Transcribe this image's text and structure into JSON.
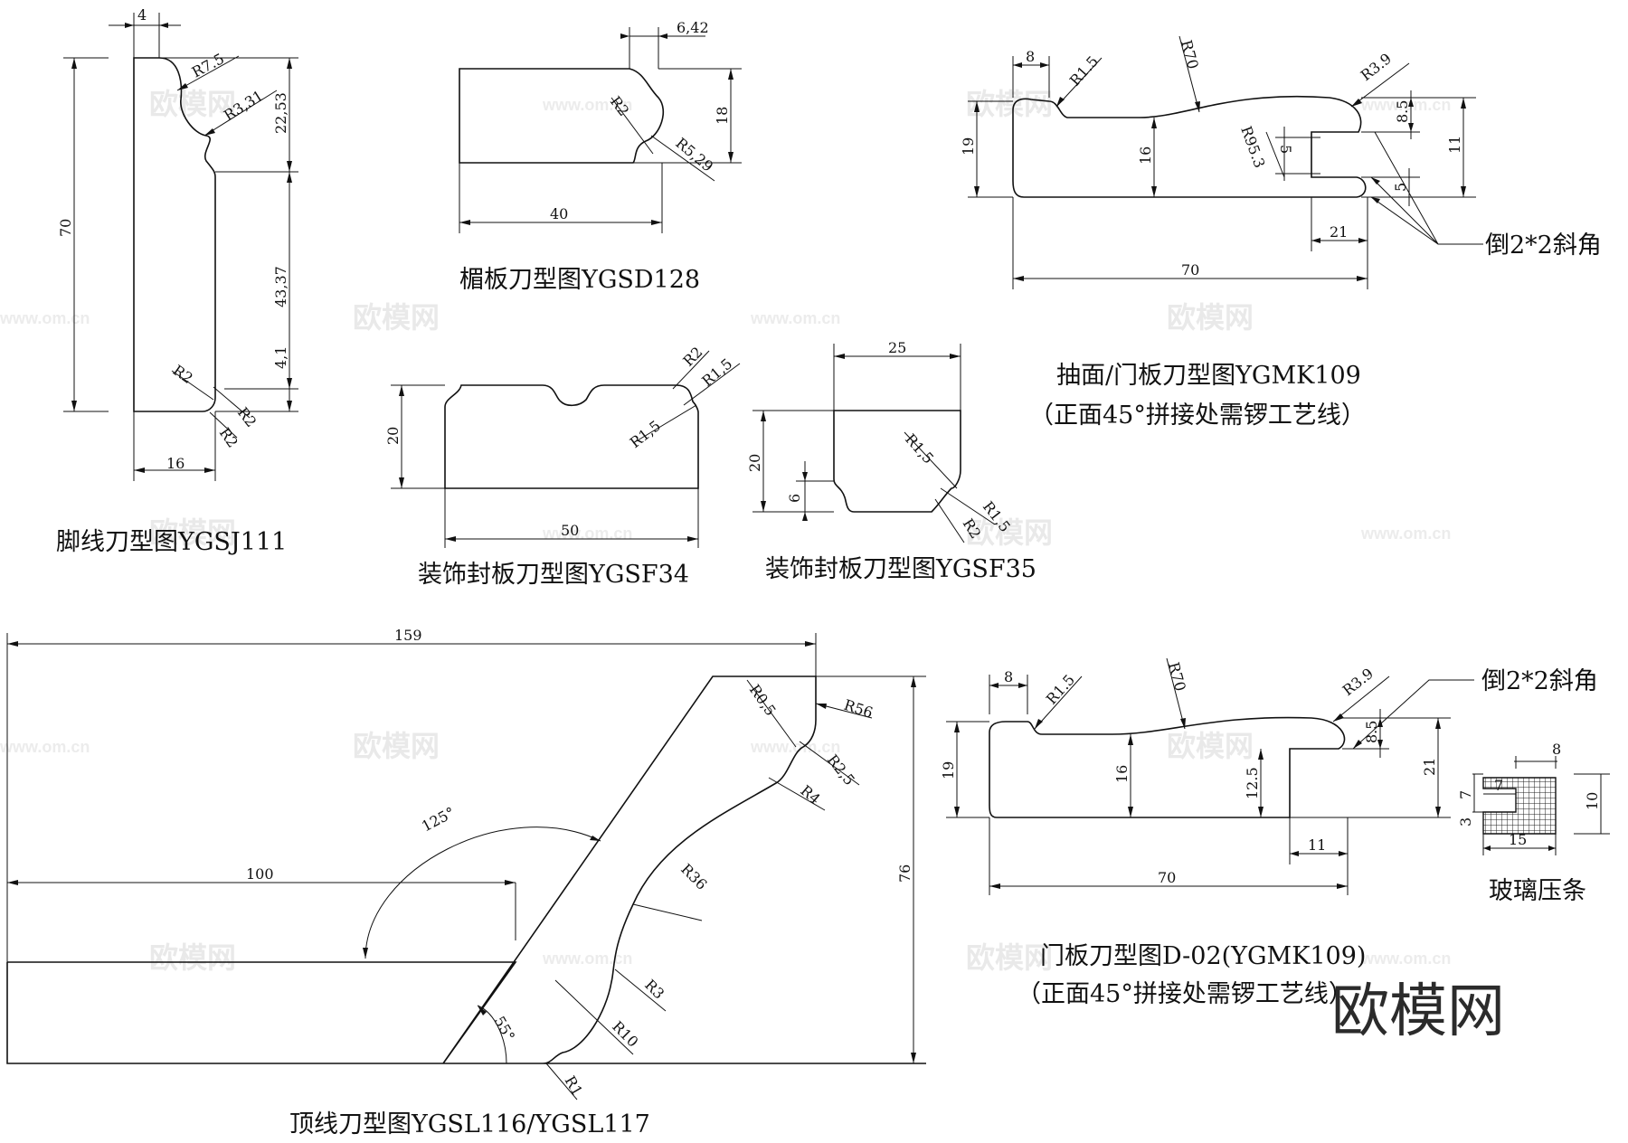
{
  "diagram": {
    "footboard": {
      "title": "脚线刀型图YGSJ111",
      "dims": [
        "4",
        "R7.5",
        "R3,31",
        "22,53",
        "43,37",
        "4,1",
        "70",
        "R2",
        "R2",
        "R2",
        "16"
      ]
    },
    "lintel": {
      "title": "楣板刀型图YGSD128",
      "dims": [
        "6,42",
        "R2",
        "18",
        "R5,29",
        "40"
      ]
    },
    "drawer": {
      "title": "抽面/门板刀型图YGMK109",
      "subtitle": "（正面45°拼接处需锣工艺线）",
      "dims": [
        "8",
        "R1.5",
        "R70",
        "R3.9",
        "8.5",
        "R95.3",
        "5",
        "16",
        "19",
        "21",
        "5",
        "11",
        "70"
      ],
      "chamfer_note": "倒2*2斜角"
    },
    "seal34": {
      "title": "装饰封板刀型图YGSF34",
      "dims": [
        "R2",
        "R1,5",
        "R1,5",
        "20",
        "50"
      ]
    },
    "seal35": {
      "title": "装饰封板刀型图YGSF35",
      "dims": [
        "25",
        "20",
        "6",
        "R1,5",
        "R1,5",
        "R2"
      ]
    },
    "crown": {
      "title": "顶线刀型图YGSL116/YGSL117",
      "dims": [
        "159",
        "R0,5",
        "R56",
        "R2,5",
        "R4",
        "125°",
        "100",
        "R36",
        "76",
        "R3",
        "R10",
        "55°",
        "R1"
      ]
    },
    "door_d02": {
      "title": "门板刀型图D-02(YGMK109)",
      "subtitle": "（正面45°拼接处需锣工艺线）",
      "dims": [
        "8",
        "R1.5",
        "R70",
        "R3.9",
        "8.5",
        "19",
        "16",
        "12.5",
        "21",
        "11",
        "70"
      ],
      "chamfer_note": "倒2*2斜角"
    },
    "glass_bead": {
      "title": "玻璃压条",
      "dims": [
        "8",
        "7",
        "7",
        "3",
        "10",
        "15"
      ]
    },
    "watermark": {
      "brand": "欧模网",
      "url": "www.om.cn"
    }
  }
}
